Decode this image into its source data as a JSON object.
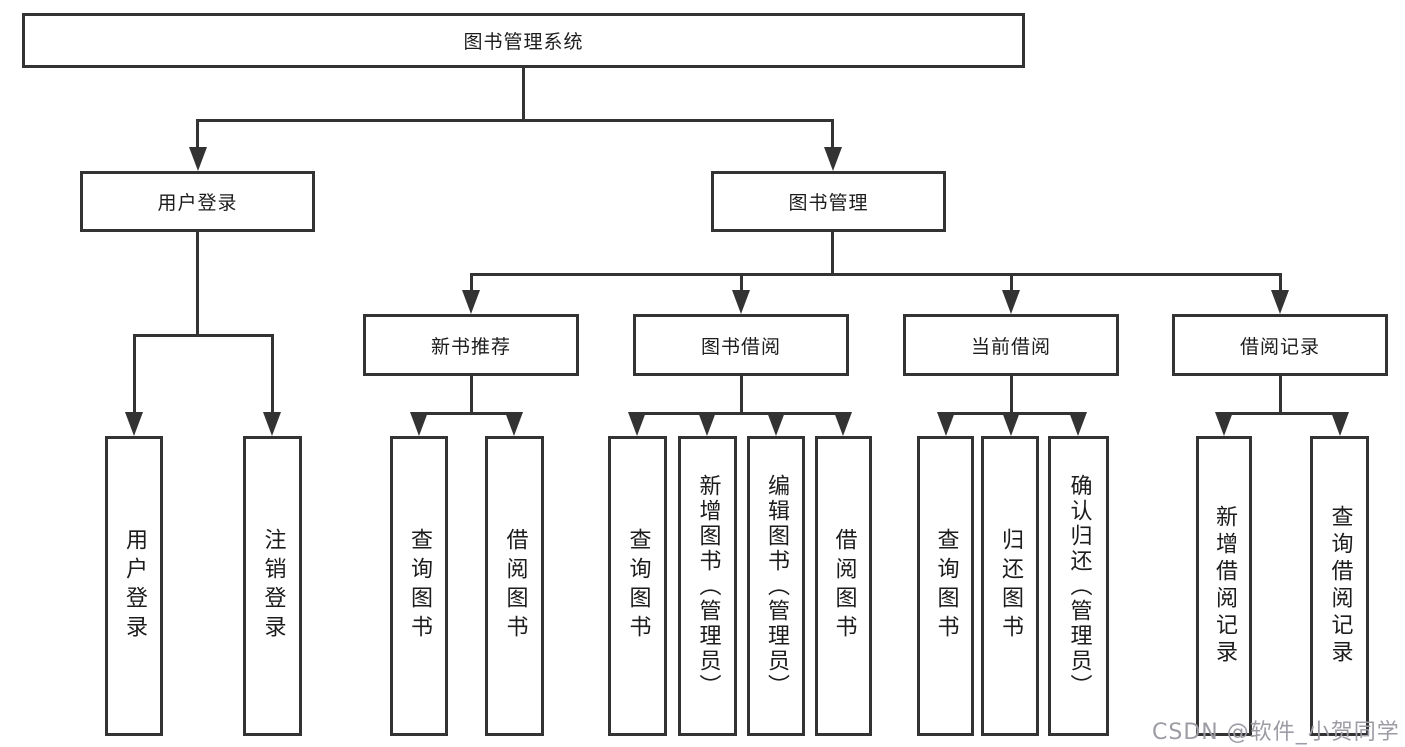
{
  "nodes": {
    "root": "图书管理系统",
    "user_login": "用户登录",
    "book_management": "图书管理",
    "new_book_rec": "新书推荐",
    "book_borrow": "图书借阅",
    "current_borrow": "当前借阅",
    "borrow_record": "借阅记录",
    "user_login_leaf": "用户登录",
    "logout": "注销登录",
    "nb_query_book": "查询图书",
    "nb_borrow_book": "借阅图书",
    "bb_query_book": "查询图书",
    "bb_add_book": "新增图书（管理员）",
    "bb_edit_book": "编辑图书（管理员）",
    "bb_borrow_book": "借阅图书",
    "cb_query_book": "查询图书",
    "cb_return_book": "归还图书",
    "cb_confirm_return": "确认归还（管理员）",
    "br_add_record": "新增借阅记录",
    "br_query_record": "查询借阅记录"
  },
  "watermark": "CSDN @软件_小贺同学",
  "colors": {
    "line": "#333333",
    "text": "#1c1c1c",
    "watermark_gray": "#9c9ca4",
    "background": "#ffffff"
  }
}
